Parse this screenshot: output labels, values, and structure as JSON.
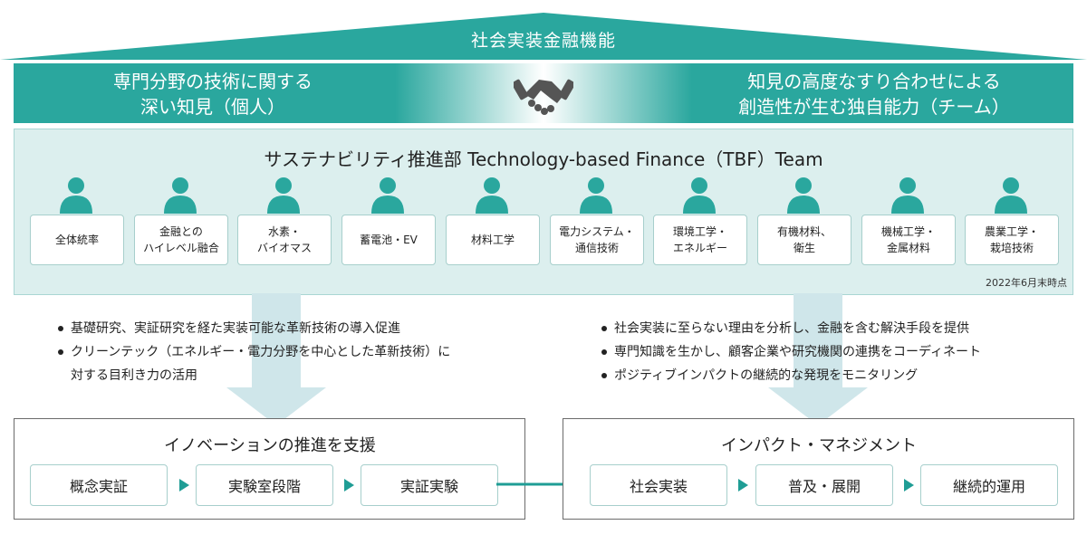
{
  "roof": {
    "title": "社会実装金融機能"
  },
  "band": {
    "left_text": "専門分野の技術に関する\n深い知見（個人）",
    "right_text": "知見の高度なすり合わせによる\n創造性が生む独自能力（チーム）",
    "icon": "handshake-icon"
  },
  "team": {
    "title": "サステナビリティ推進部 Technology-based Finance（TBF）Team",
    "fields": [
      "全体統率",
      "金融との\nハイレベル融合",
      "水素・\nバイオマス",
      "蓄電池・EV",
      "材料工学",
      "電力システム・\n通信技術",
      "環境工学・\nエネルギー",
      "有機材料、\n衛生",
      "機械工学・\n金属材料",
      "農業工学・\n栽培技術"
    ],
    "as_of": "2022年6月末時点"
  },
  "left_bullets": [
    "基礎研究、実証研究を経た実装可能な革新技術の導入促進",
    "クリーンテック（エネルギー・電力分野を中心とした革新技術）に\n対する目利き力の活用"
  ],
  "right_bullets": [
    "社会実装に至らない理由を分析し、金融を含む解決手段を提供",
    "専門知識を生かし、顧客企業や研究機関の連携をコーディネート",
    "ポジティブインパクトの継続的な発現をモニタリング"
  ],
  "innovation": {
    "title": "イノベーションの推進を支援",
    "steps": [
      "概念実証",
      "実験室段階",
      "実証実験"
    ]
  },
  "impact": {
    "title": "インパクト・マネジメント",
    "steps": [
      "社会実装",
      "普及・展開",
      "継続的運用"
    ]
  },
  "colors": {
    "teal": "#2aa79e",
    "light_teal": "#dcefee",
    "arrow": "#cfe6ea"
  }
}
